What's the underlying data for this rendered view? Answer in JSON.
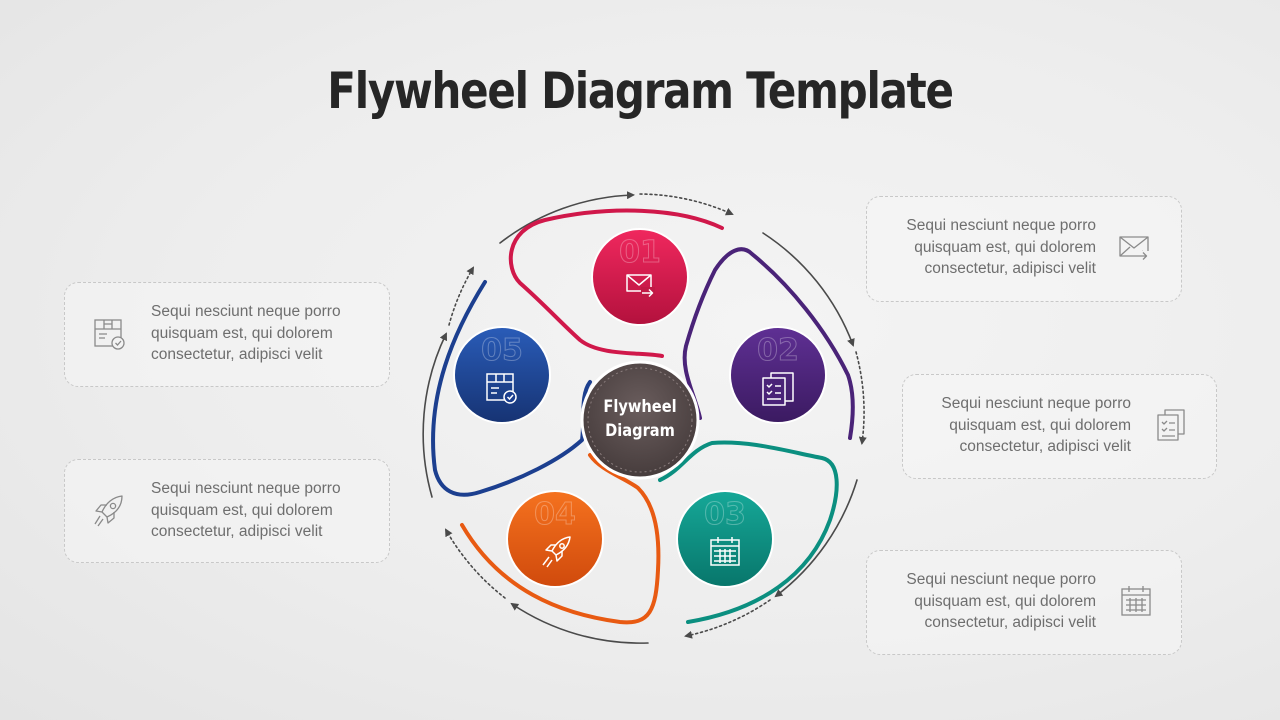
{
  "title": "Flywheel Diagram Template",
  "center": {
    "line1": "Flywheel",
    "line2": "Diagram"
  },
  "colors": {
    "step1": "#d0184a",
    "step2": "#4a2378",
    "step3": "#0b8f80",
    "step4": "#e85a12",
    "step5": "#1c3f8f",
    "hub": "#5a4e4e"
  },
  "steps": [
    {
      "number": "01",
      "icon": "mail-forward-icon"
    },
    {
      "number": "02",
      "icon": "clipboard-checklist-icon"
    },
    {
      "number": "03",
      "icon": "calendar-icon"
    },
    {
      "number": "04",
      "icon": "rocket-icon"
    },
    {
      "number": "05",
      "icon": "box-check-icon"
    }
  ],
  "boxes": {
    "r1": {
      "line1": "Sequi nesciunt neque porro",
      "line2": "quisquam est, qui dolorem",
      "line3": "consectetur, adipisci velit",
      "icon": "mail-forward-icon"
    },
    "r2": {
      "line1": "Sequi nesciunt neque porro",
      "line2": "quisquam est, qui dolorem",
      "line3": "consectetur, adipisci velit",
      "icon": "clipboard-checklist-icon"
    },
    "r3": {
      "line1": "Sequi nesciunt neque porro",
      "line2": "quisquam est, qui dolorem",
      "line3": "consectetur, adipisci velit",
      "icon": "calendar-icon"
    },
    "l1": {
      "line1": "Sequi nesciunt neque porro",
      "line2": "quisquam est, qui dolorem",
      "line3": "consectetur, adipisci velit",
      "icon": "box-check-icon"
    },
    "l2": {
      "line1": "Sequi nesciunt neque porro",
      "line2": "quisquam est, qui dolorem",
      "line3": "consectetur, adipisci velit",
      "icon": "rocket-icon"
    }
  }
}
